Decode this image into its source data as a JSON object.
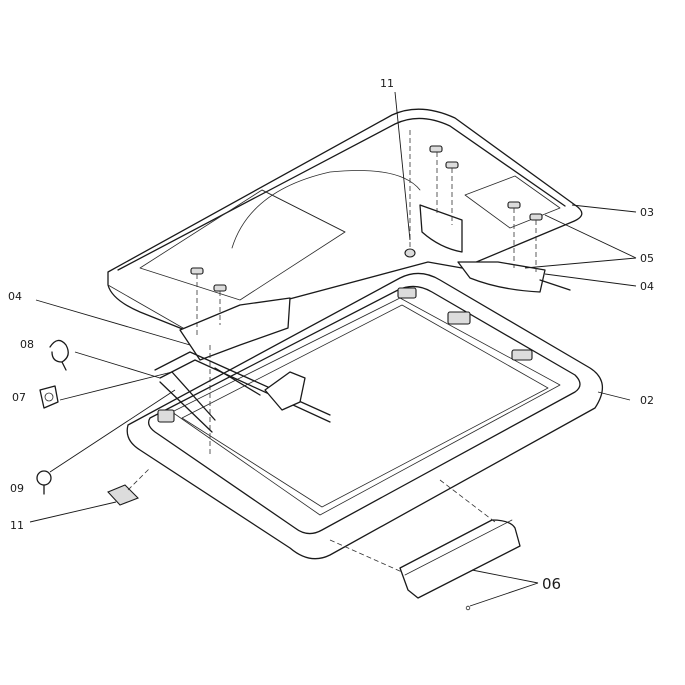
{
  "callouts": {
    "label_11_top": "11",
    "label_03": "03",
    "label_05": "05",
    "label_04_right": "04",
    "label_04_left": "04",
    "label_08": "08",
    "label_07": "07",
    "label_02": "02",
    "label_09": "09",
    "label_11_bottom": "11",
    "label_06": "06"
  },
  "colors": {
    "line": "#1a1a1a",
    "background": "#ffffff"
  }
}
